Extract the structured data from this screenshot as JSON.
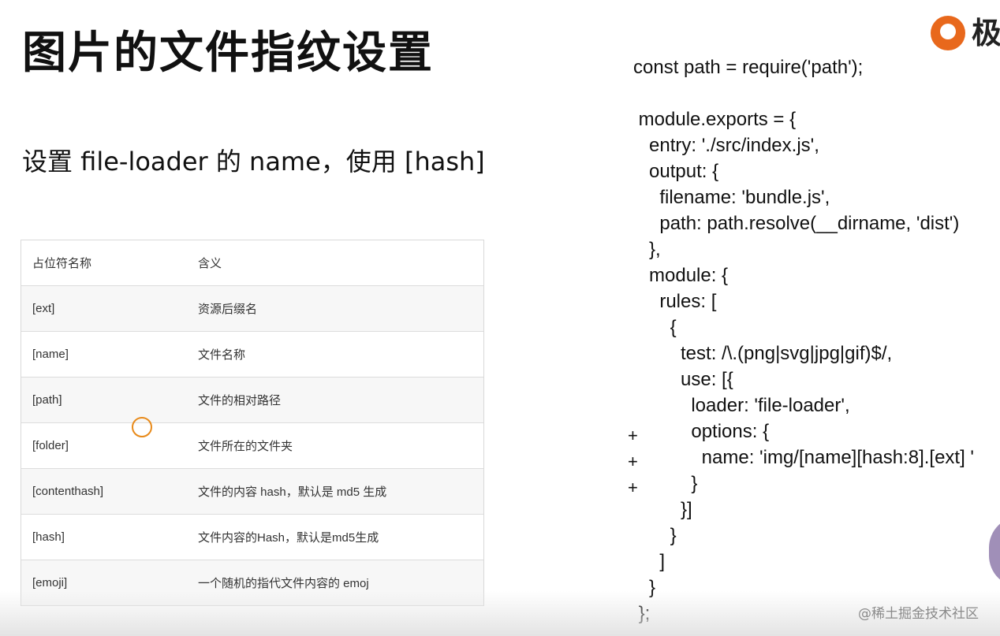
{
  "slide": {
    "title": "图片的文件指纹设置",
    "subtitle": "设置 file-loader 的 name，使用 [hash]"
  },
  "table": {
    "headers": [
      "占位符名称",
      "含义"
    ],
    "rows": [
      [
        "[ext]",
        "资源后缀名"
      ],
      [
        "[name]",
        "文件名称"
      ],
      [
        "[path]",
        "文件的相对路径"
      ],
      [
        "[folder]",
        "文件所在的文件夹"
      ],
      [
        "[contenthash]",
        "文件的内容 hash，默认是 md5 生成"
      ],
      [
        "[hash]",
        "文件内容的Hash，默认是md5生成"
      ],
      [
        "[emoji]",
        "一个随机的指代文件内容的 emoj"
      ]
    ]
  },
  "code": {
    "lines": [
      "const path = require('path');",
      "",
      " module.exports = {",
      "   entry: './src/index.js',",
      "   output: {",
      "     filename: 'bundle.js',",
      "     path: path.resolve(__dirname, 'dist')",
      "   },",
      "   module: {",
      "     rules: [",
      "       {",
      "         test: /\\.(png|svg|jpg|gif)$/,",
      "         use: [{",
      "           loader: 'file-loader',",
      "           options: {",
      "             name: 'img/[name][hash:8].[ext] '",
      "           }",
      "         }]",
      "       }",
      "     ]",
      "   }",
      " };"
    ],
    "diff_markers": [
      "+",
      "+",
      "+"
    ]
  },
  "branding": {
    "logo_text": "极",
    "watermark": "@稀土掘金技术社区"
  },
  "colors": {
    "cursor": "#e88a1a",
    "logo": "#e8681c"
  }
}
